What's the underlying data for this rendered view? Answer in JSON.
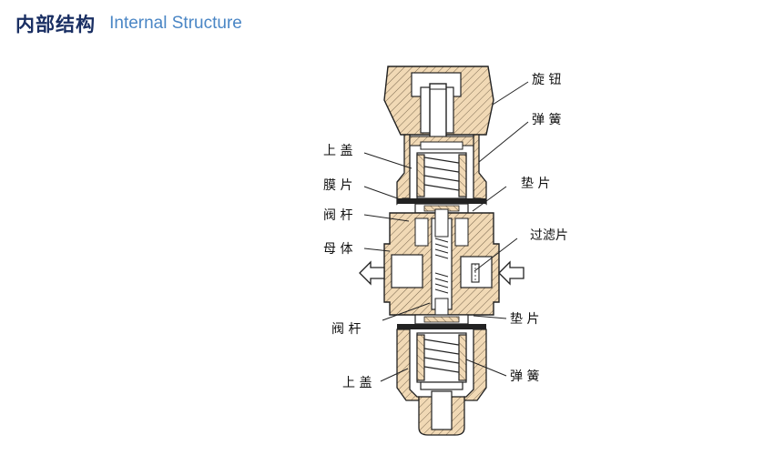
{
  "header": {
    "title_cn": "内部结构",
    "title_en": "Internal Structure"
  },
  "labels": {
    "knob": "旋 钮",
    "spring_top": "弹 簧",
    "upper_cover_top": "上 盖",
    "diaphragm": "膜 片",
    "gasket_top": "垫 片",
    "valve_stem_top": "阀 杆",
    "body": "母 体",
    "filter": "过滤片",
    "valve_stem_bottom": "阀 杆",
    "gasket_bottom": "垫 片",
    "spring_bottom": "弹 簧",
    "upper_cover_bottom": "上 盖"
  },
  "colors": {
    "title_dark": "#1a2f63",
    "title_accent": "#4a86c5",
    "hatch_fill": "#f1d9b5",
    "outline": "#222222"
  }
}
